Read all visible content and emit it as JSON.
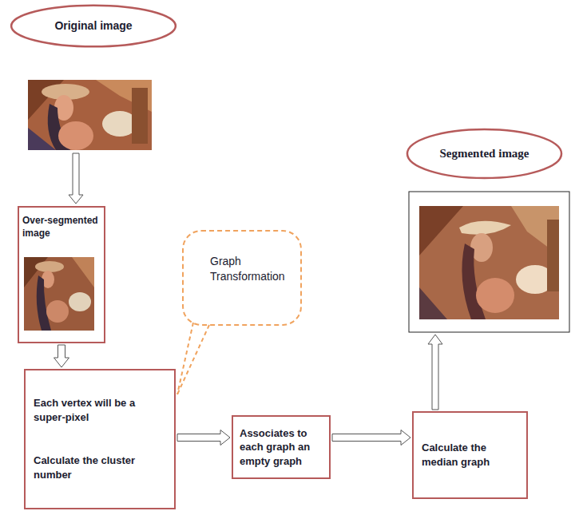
{
  "diagram": {
    "nodes": [
      {
        "text": [
          "Original image"
        ]
      },
      {
        "text": [
          "Over-segmented image"
        ]
      },
      {
        "text": [
          "Graph Transformation"
        ]
      },
      {
        "text": [
          "Each vertex will be a super-pixel",
          "Calculate the cluster number"
        ]
      },
      {
        "text": [
          "Associates to each graph an empty graph"
        ]
      },
      {
        "text": [
          "Calculate the median graph"
        ]
      },
      {
        "text": [
          "Segmented image"
        ]
      }
    ],
    "edges": [
      {
        "from": 1,
        "to": 3,
        "arrow": "to"
      },
      {
        "from": 3,
        "to": 4,
        "arrow": "to"
      },
      {
        "from": 4,
        "to": 5,
        "arrow": "to"
      }
    ]
  }
}
